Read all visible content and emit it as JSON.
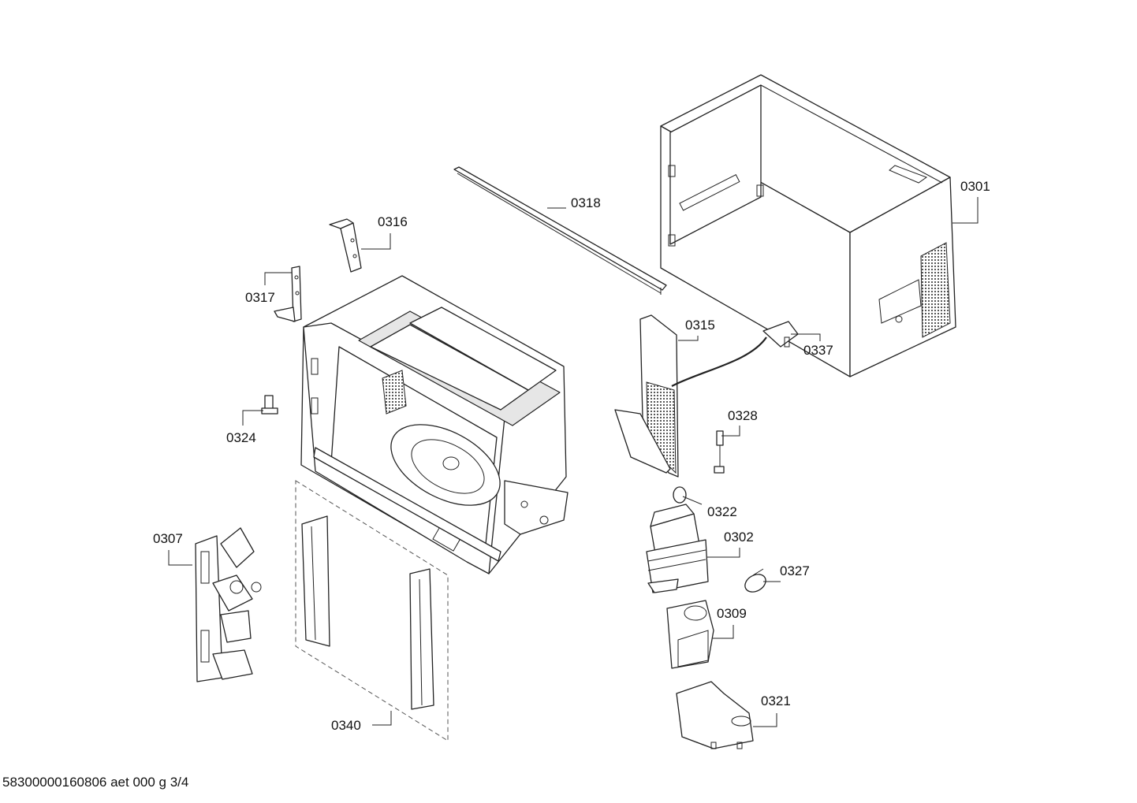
{
  "callouts": {
    "c0301": "0301",
    "c0302": "0302",
    "c0307": "0307",
    "c0309": "0309",
    "c0315": "0315",
    "c0316": "0316",
    "c0317": "0317",
    "c0318": "0318",
    "c0321": "0321",
    "c0322": "0322",
    "c0324": "0324",
    "c0327": "0327",
    "c0328": "0328",
    "c0337": "0337",
    "c0340": "0340"
  },
  "footer": {
    "code": "58300000160806 aet 000 g 3/4"
  }
}
